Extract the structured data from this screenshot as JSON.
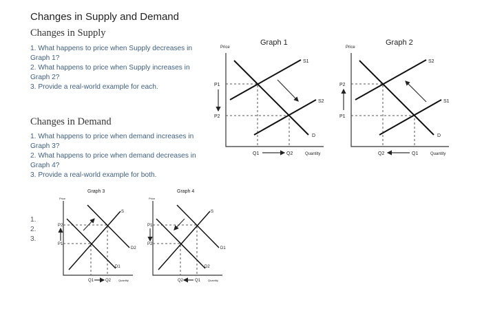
{
  "title": "Changes in Supply and Demand",
  "supply": {
    "heading": "Changes in Supply",
    "questions": [
      "1. What happens to price when Supply decreases in Graph 1?",
      "2. What happens to price when Supply increases in Graph 2?",
      "3. Provide a real-world example for each."
    ]
  },
  "demand": {
    "heading": "Changes in Demand",
    "questions": [
      "1. What happens to price when demand increases in Graph 3?",
      "2. What happens to price when demand decreases in Graph 4?",
      "3. Provide a real-world example for both."
    ],
    "answers": [
      "1.",
      "2.",
      "3."
    ]
  },
  "graphs": [
    {
      "title": "Graph 1",
      "price": "Price",
      "quantity": "Quantity",
      "upper_p": "P1",
      "lower_p": "P2",
      "left_q": "Q1",
      "right_q": "Q2",
      "top_line": "S1",
      "bottom_line": "S2",
      "demand": "D"
    },
    {
      "title": "Graph 2",
      "price": "Price",
      "quantity": "Quantity",
      "upper_p": "P2",
      "lower_p": "P1",
      "left_q": "Q2",
      "right_q": "Q1",
      "top_line": "S2",
      "bottom_line": "S1",
      "demand": "D"
    },
    {
      "title": "Graph 3",
      "price": "Price",
      "quantity": "Quantity",
      "upper_p": "P2",
      "lower_p": "P1",
      "left_q": "Q1",
      "right_q": "Q2",
      "upper_line": "D2",
      "lower_line": "D1",
      "supply": "S"
    },
    {
      "title": "Graph 4",
      "price": "Price",
      "quantity": "Quantity",
      "upper_p": "P1",
      "lower_p": "P2",
      "left_q": "Q2",
      "right_q": "Q1",
      "upper_line": "D1",
      "lower_line": "D2",
      "supply": "S"
    }
  ]
}
